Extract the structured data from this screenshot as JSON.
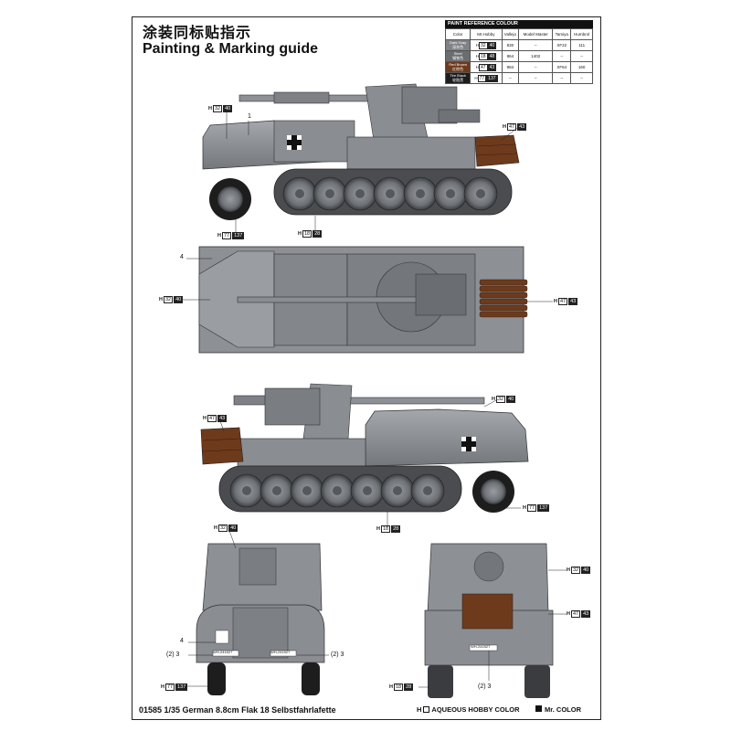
{
  "titles": {
    "cn": "涂装同标贴指示",
    "en": "Painting & Marking guide"
  },
  "paint_table": {
    "header": "PAINT  REFERENCE COLOUR",
    "columns": [
      "Color",
      "Mr.Hobby",
      "Vallejo",
      "Model Master",
      "Tamiya",
      "Humbrol"
    ],
    "rows": [
      {
        "color_en": "Dark Gray",
        "color_cn": "深灰色",
        "swatch": "#7f8287",
        "h_code": "32",
        "h_box": "40",
        "vallejo": "830",
        "model_master": "--",
        "tamiya": "XF22",
        "humbrol": "111"
      },
      {
        "color_en": "Steel",
        "color_cn": "钢铁色",
        "swatch": "#6a6e70",
        "h_code": "18",
        "h_box": "48",
        "vallejo": "864",
        "model_master": "1402",
        "tamiya": "--",
        "humbrol": "--"
      },
      {
        "color_en": "Red Brown",
        "color_cn": "红棕色",
        "swatch": "#6e3a1c",
        "h_code": "47",
        "h_box": "43",
        "vallejo": "984",
        "model_master": "--",
        "tamiya": "XF64",
        "humbrol": "160"
      },
      {
        "color_en": "Tire Black",
        "color_cn": "轮胎黑",
        "swatch": "#1d1d1d",
        "h_code": "77",
        "h_box": "137",
        "vallejo": "--",
        "model_master": "--",
        "tamiya": "--",
        "humbrol": "--"
      }
    ]
  },
  "callouts": {
    "side1_top": {
      "h": "H",
      "a": "32",
      "b": "40"
    },
    "side1_ammo": {
      "h": "H",
      "a": "47",
      "b": "43"
    },
    "side1_tire": {
      "h": "H",
      "a": "77",
      "b": "137"
    },
    "side1_track": {
      "h": "H",
      "a": "18",
      "b": "28"
    },
    "top_left": {
      "h": "H",
      "a": "32",
      "b": "40"
    },
    "top_right": {
      "h": "H",
      "a": "47",
      "b": "43"
    },
    "side2_top": {
      "h": "H",
      "a": "32",
      "b": "40"
    },
    "side2_ammo": {
      "h": "H",
      "a": "47",
      "b": "43"
    },
    "side2_tire": {
      "h": "H",
      "a": "77",
      "b": "137"
    },
    "side2_track": {
      "h": "H",
      "a": "18",
      "b": "28"
    },
    "front_top": {
      "h": "H",
      "a": "32",
      "b": "40"
    },
    "front_tire": {
      "h": "H",
      "a": "77",
      "b": "137"
    },
    "rear_top": {
      "h": "H",
      "a": "32",
      "b": "40"
    },
    "rear_ammo": {
      "h": "H",
      "a": "47",
      "b": "43"
    },
    "rear_track": {
      "h": "H",
      "a": "18",
      "b": "28"
    }
  },
  "markers": {
    "one": "1",
    "four_top": "4",
    "four_front": "4",
    "front_left_23": "(2) 3",
    "front_right_23": "(2) 3",
    "rear_23": "(2) 3",
    "plate_front_left": "WH-241527",
    "plate_front_right": "WH-241527",
    "plate_rear": "WH-241527"
  },
  "footer": {
    "text": "01585   1/35   German 8.8cm Flak 18 Selbstfahrlafette"
  },
  "legend": {
    "hobby_symbol": "H",
    "hobby_label": "AQUEOUS HOBBY COLOR",
    "mr_label": "Mr. COLOR"
  },
  "colors": {
    "vehicle_gray": "#8a8d92",
    "vehicle_dark": "#5e6166",
    "ammo_brown": "#6e3a1c",
    "tire_black": "#1d1d1d"
  }
}
